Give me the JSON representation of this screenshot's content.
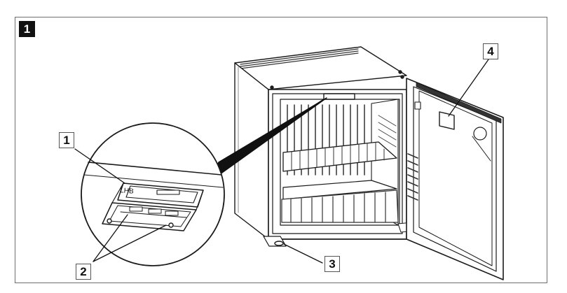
{
  "figure": {
    "number": "1"
  },
  "callouts": [
    {
      "id": "1",
      "label": "1"
    },
    {
      "id": "2",
      "label": "2"
    },
    {
      "id": "3",
      "label": "3"
    },
    {
      "id": "4",
      "label": "4"
    }
  ],
  "detail": {
    "imprint": "LHB"
  }
}
